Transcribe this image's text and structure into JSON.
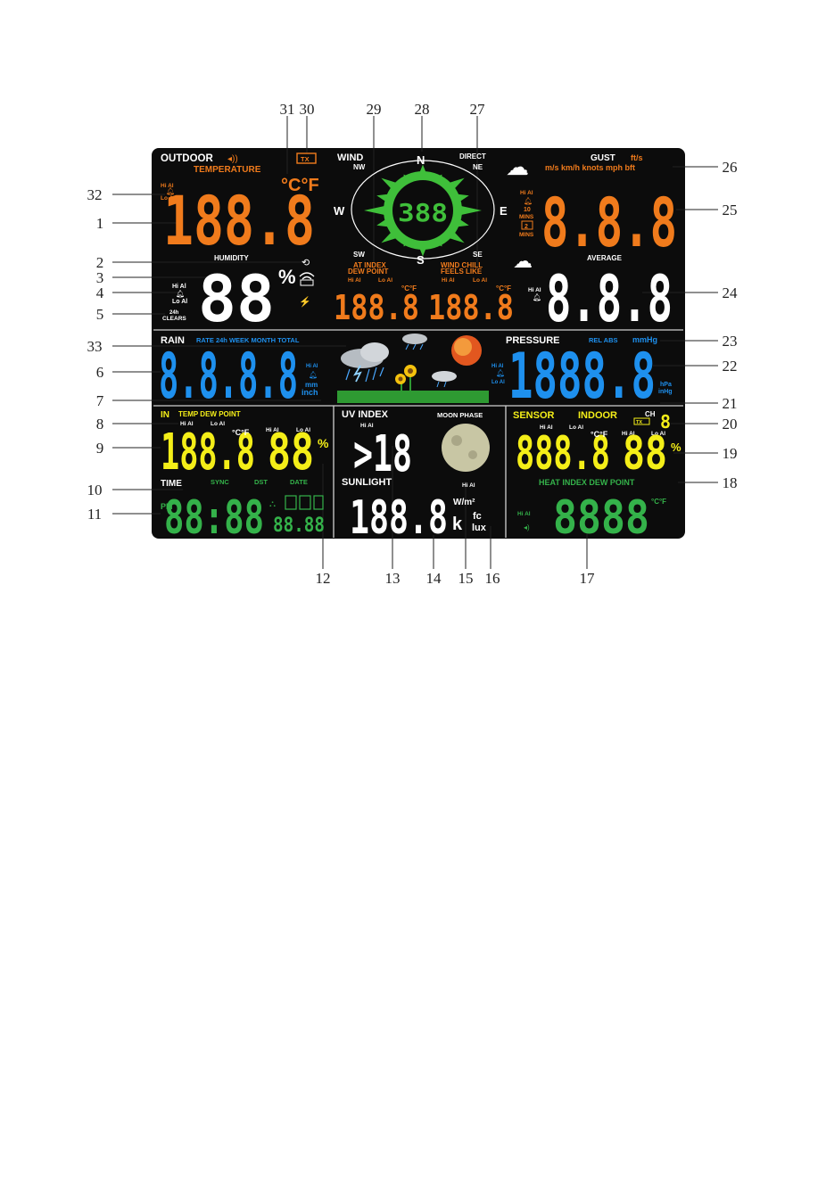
{
  "callouts": {
    "top": [
      "31",
      "30",
      "29",
      "28",
      "27"
    ],
    "left": [
      "32",
      "1",
      "2",
      "3",
      "4",
      "5",
      "33",
      "6",
      "7",
      "8",
      "9",
      "10",
      "11"
    ],
    "right": [
      "26",
      "25",
      "24",
      "23",
      "22",
      "21",
      "20",
      "19",
      "18"
    ],
    "bottom": [
      "12",
      "13",
      "14",
      "15",
      "16",
      "17"
    ]
  },
  "outdoor": {
    "title": "OUTDOOR",
    "temperature_label": "TEMPERATURE",
    "hi_al": "Hi Al",
    "lo_al": "Lo Al",
    "temp_digits": "188.8",
    "temp_units": "°C°F",
    "humidity_label": "HUMIDITY",
    "humidity_digits": "88",
    "percent": "%",
    "clears_24h": "24h",
    "clears_label": "CLEARS",
    "tx_icon": "TX"
  },
  "wind": {
    "title": "WIND",
    "direct": "DIRECT",
    "compass": {
      "n": "N",
      "s": "S",
      "e": "E",
      "w": "W",
      "nw": "NW",
      "ne": "NE",
      "sw": "SW",
      "se": "SE"
    },
    "center_digits": "388",
    "degree": "°",
    "at_index": "AT INDEX",
    "dew_point": "DEW POINT",
    "wind_chill": "WIND CHILL",
    "feels_like": "FEELS LIKE",
    "hi_al": "Hi Al",
    "lo_al": "Lo Al",
    "left_digits": "188.8",
    "right_digits": "188.8",
    "units": "°C°F"
  },
  "gust": {
    "title": "GUST",
    "ft_s": "ft/s",
    "units": "m/s km/h knots mph bft",
    "digits": "8.8.8",
    "hi_al": "Hi Al",
    "mins10": "10",
    "mins_label": "MINS",
    "mins2": "2",
    "average_label": "AVERAGE",
    "average_digits": "8.8.8"
  },
  "rain": {
    "title": "RAIN",
    "periods": "RATE  24h WEEK MONTH TOTAL",
    "digits": "8.8.8.8",
    "hi_al": "Hi Al",
    "units_mm": "mm",
    "units_inch": "inch"
  },
  "pressure": {
    "title": "PRESSURE",
    "relabs": "REL ABS",
    "mmhg": "mmHg",
    "digits": "1888.8",
    "hi_al": "Hi Al",
    "lo_al": "Lo Al",
    "hpa": "hPa",
    "inhg": "inHg"
  },
  "indoor": {
    "title": "IN",
    "subtitle": "TEMP DEW POINT",
    "hi_al": "Hi Al",
    "lo_al": "Lo Al",
    "temp_digits": "188.8",
    "units": "°C°F",
    "hum_digits": "88",
    "percent": "%"
  },
  "time": {
    "title": "TIME",
    "sync": "SYNC",
    "dst": "DST",
    "date": "DATE",
    "pm": "PM",
    "digits": "88:88",
    "date_digits": "88.88"
  },
  "uv": {
    "title": "UV INDEX",
    "hi_al": "Hi Al",
    "digits": ">18",
    "moon_phase": "MOON PHASE",
    "sunlight": "SUNLIGHT",
    "sun_hi_al": "Hi Al",
    "sun_digits": "188.8",
    "wm2": "W/m²",
    "k": "k",
    "fc": "fc",
    "lux": "lux"
  },
  "sensor": {
    "title": "SENSOR",
    "indoor": "INDOOR",
    "ch": "CH",
    "tx": "TX",
    "ch_digit": "8",
    "hi_al": "Hi Al",
    "lo_al": "Lo Al",
    "temp_digits": "888.8",
    "units": "°C°F",
    "hum_digits": "88",
    "percent": "%",
    "heat_index": "HEAT INDEX DEW POINT",
    "bottom_hi_al": "Hi Al",
    "bottom_digits": "8888",
    "bottom_units": "°C°F"
  },
  "colors": {
    "orange": "#f07b1c",
    "blue": "#1e90ee",
    "yellow": "#f4ee18",
    "green": "#34b24a",
    "white": "#ffffff",
    "screen": "#0c0c0c",
    "compass_green": "#3fbf3a"
  }
}
